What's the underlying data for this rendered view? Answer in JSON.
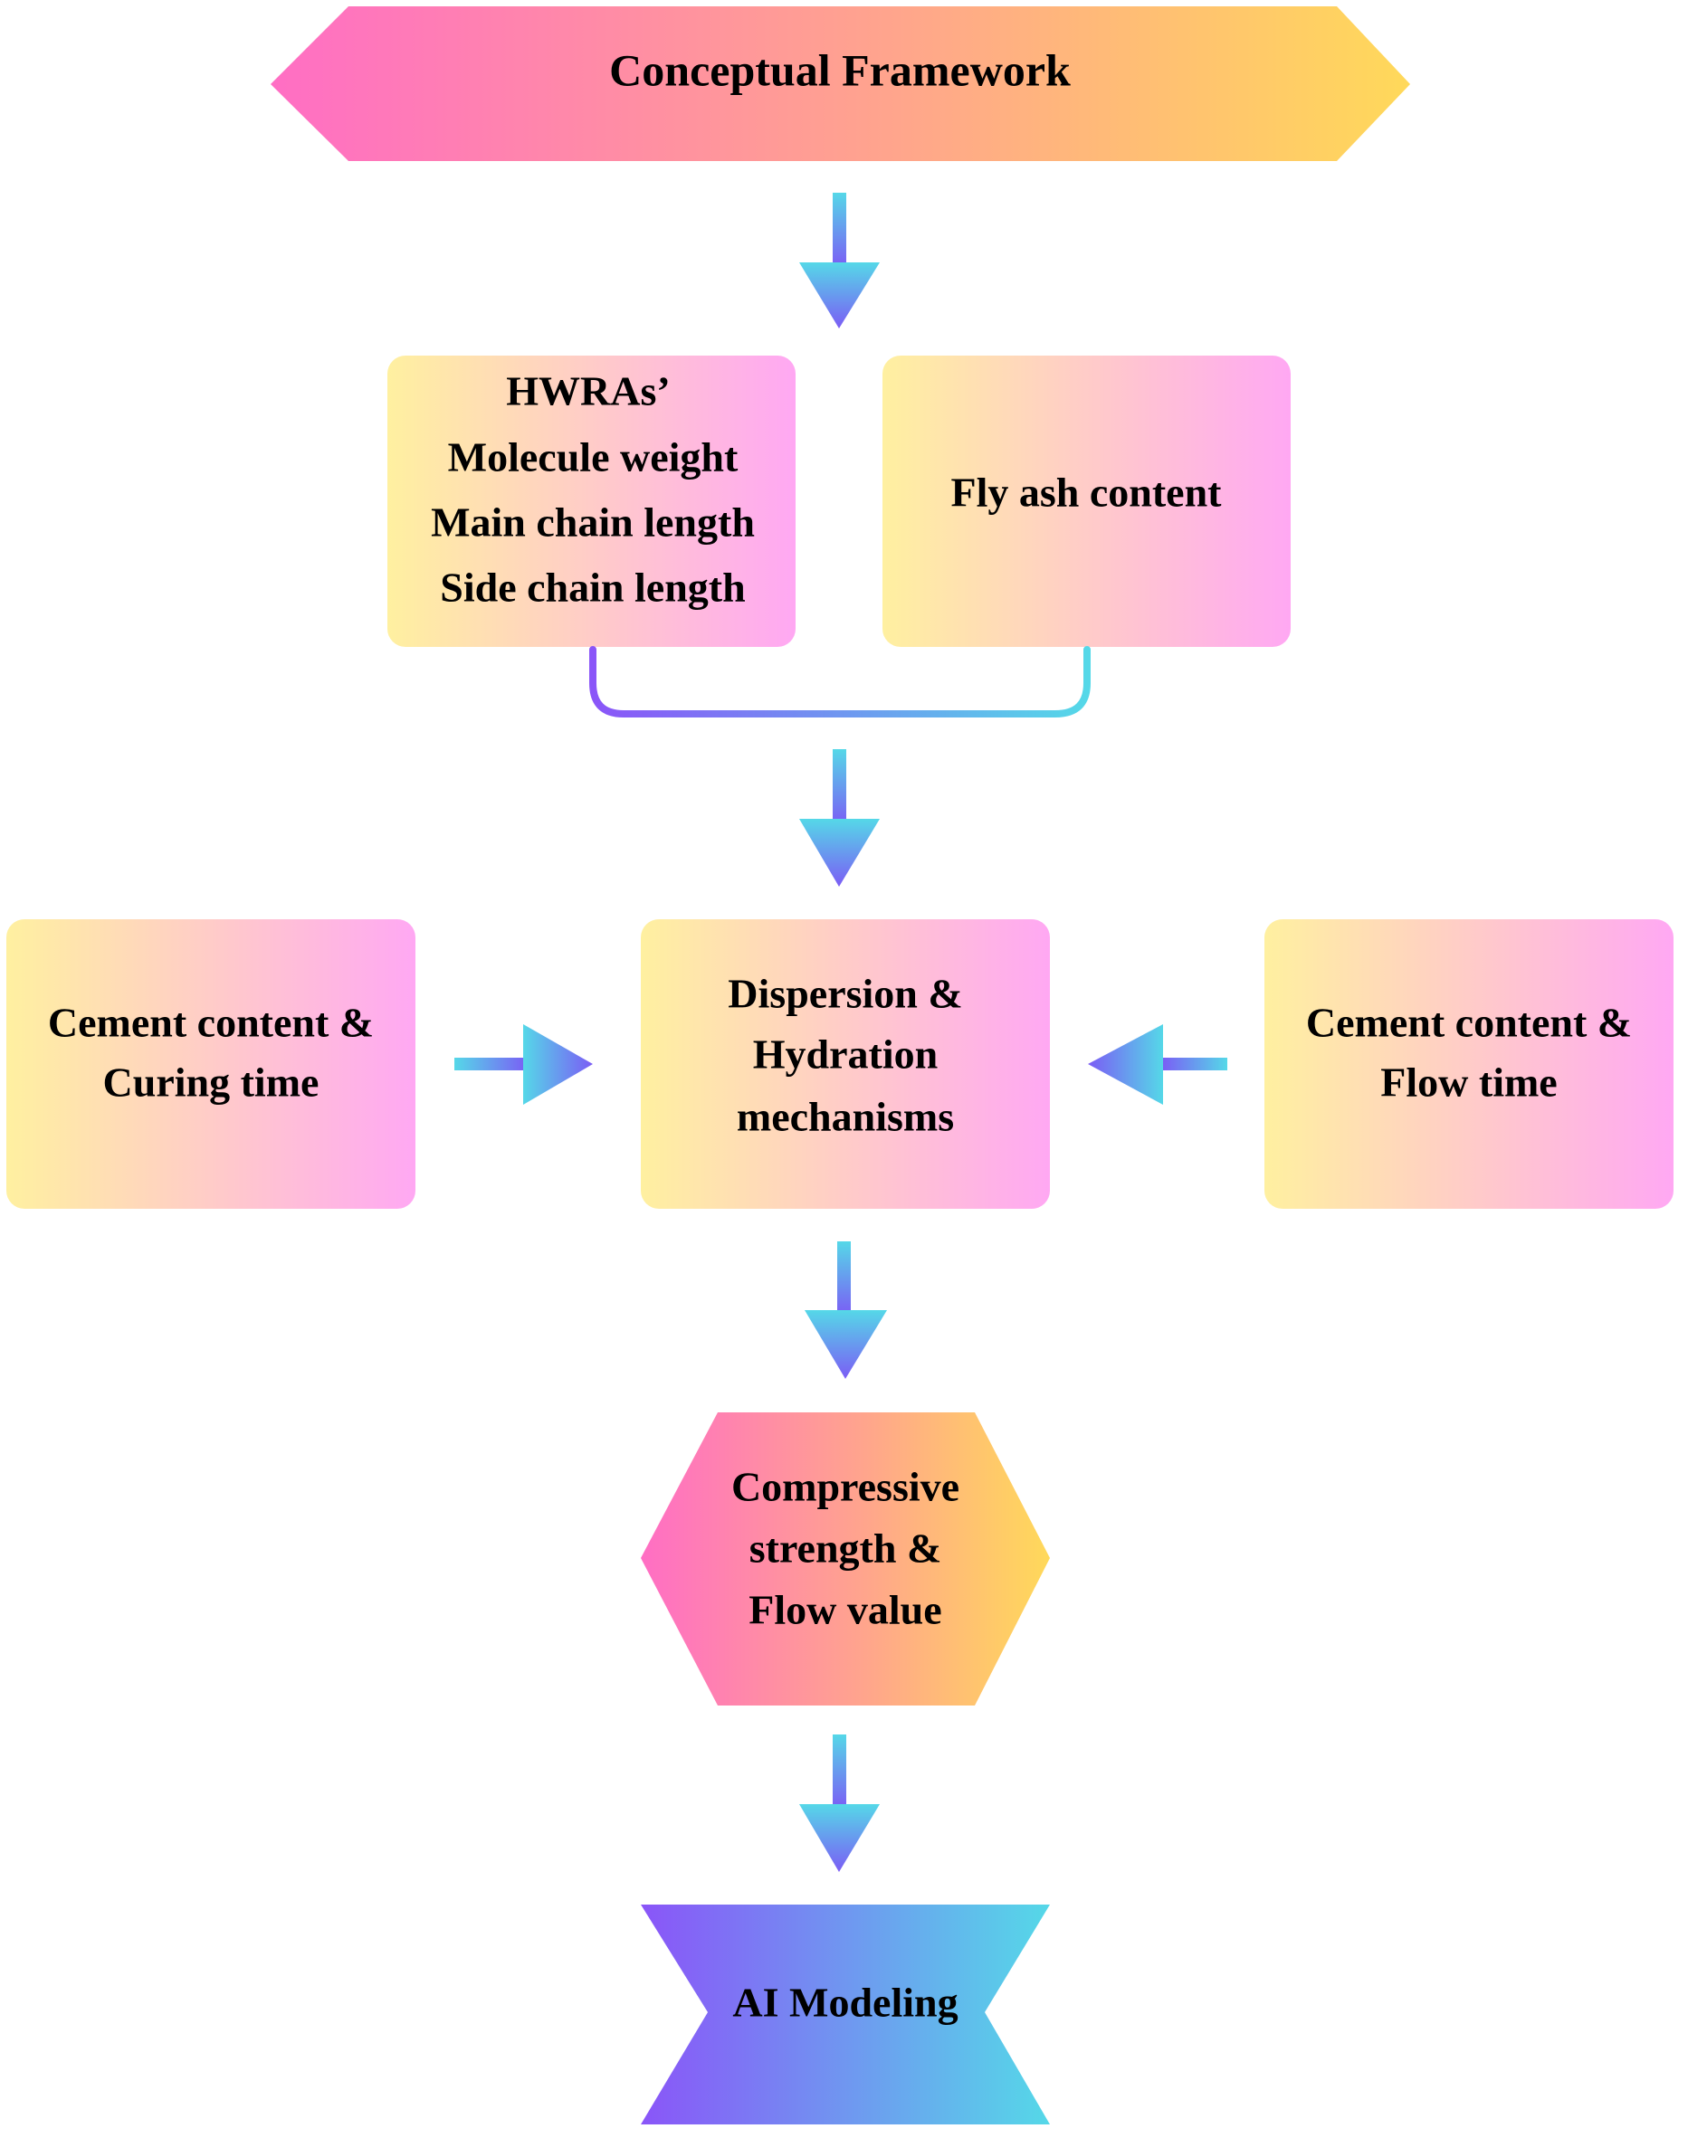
{
  "diagram": {
    "title": "Conceptual Framework",
    "hwras_box": {
      "lines": [
        "HWRAs’",
        "Molecule weight",
        "Main chain length",
        "Side chain length"
      ]
    },
    "fly_ash_box": {
      "lines": [
        "Fly ash content"
      ]
    },
    "left_box": {
      "lines": [
        "Cement content &",
        "Curing time"
      ]
    },
    "center_box": {
      "lines": [
        "Dispersion &",
        "Hydration",
        "mechanisms"
      ]
    },
    "right_box": {
      "lines": [
        "Cement content &",
        "Flow time"
      ]
    },
    "output_box": {
      "lines": [
        "Compressive",
        "strength &",
        "Flow value"
      ]
    },
    "final_box": {
      "lines": [
        "AI Modeling"
      ]
    }
  },
  "colors": {
    "pink": "#ff6ec4",
    "yellow": "#ffd95a",
    "box_yellow": "#fff0a0",
    "box_pink": "#ffa8f3",
    "arrow_cyan": "#55d8e8",
    "arrow_purple": "#7b5cf5"
  }
}
